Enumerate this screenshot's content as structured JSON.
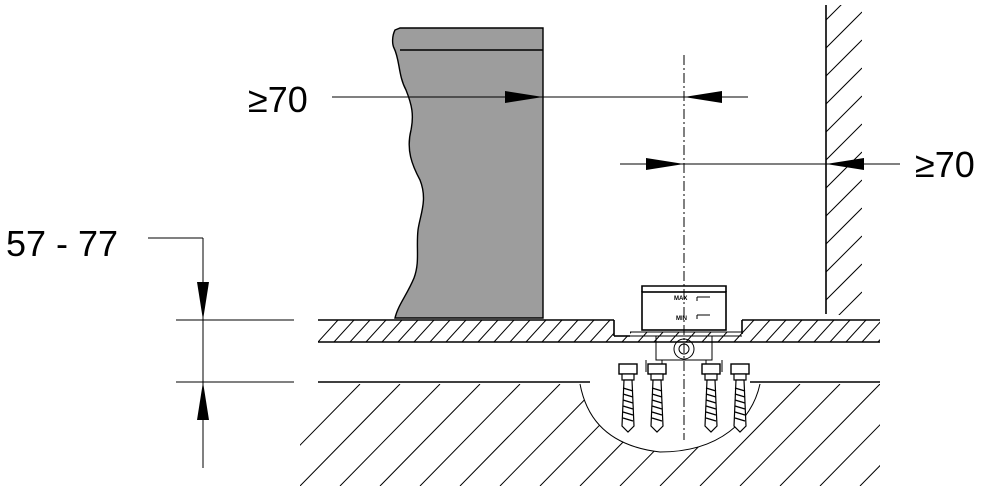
{
  "dimensions": {
    "top_left_clearance": "≥70",
    "right_clearance": "≥70",
    "floor_build_up": "57 - 77"
  },
  "box_labels": {
    "max": "MAX",
    "min": "MIN"
  },
  "colors": {
    "line": "#000000",
    "panel_fill": "#9d9d9d",
    "background": "#ffffff"
  }
}
